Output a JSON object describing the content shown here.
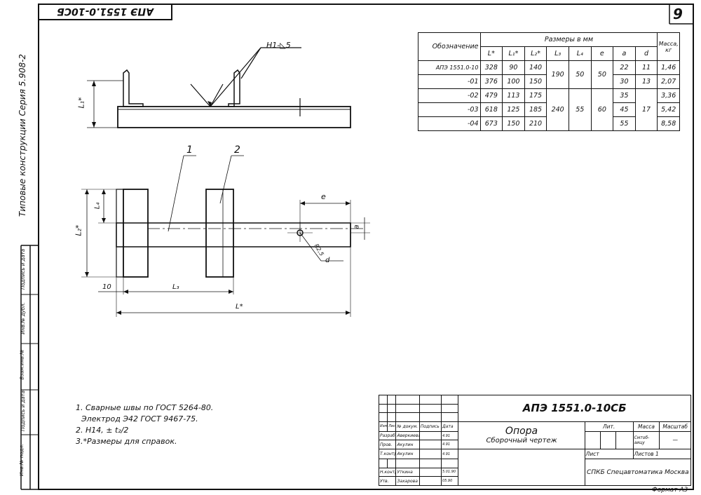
{
  "stamp_top": "АПЭ 1551.0-10СБ",
  "sheet_number": "9",
  "side_series": "Типовые конструкции   Серия   5.908-2",
  "side_stamp": [
    "Инв.№ подл.",
    "Подпись и дата",
    "Взам.инв.№",
    "Инв.№ дубл.",
    "Подпись и дата"
  ],
  "drawing": {
    "weld_symbol": "Н1-◺5",
    "dims": {
      "l1": "L₁*",
      "l2": "L₂*",
      "l4": "L₄",
      "l3": "L₃",
      "l": "L*",
      "e": "e",
      "a": "a",
      "d": "d",
      "r": "R2,5",
      "ten": "10"
    },
    "positions": [
      "1",
      "2"
    ]
  },
  "spec_table": {
    "header_group": "Размеры в мм",
    "col_designation": "Обозначение",
    "col_mass": "Масса, кг",
    "columns": [
      "L*",
      "L₁*",
      "L₂*",
      "L₃",
      "L₄",
      "e",
      "a",
      "d"
    ],
    "rows": [
      {
        "designation": "АПЭ 1551.0-10",
        "L": "328",
        "L1": "90",
        "L2": "140",
        "a": "22",
        "d": "11",
        "mass": "1,46"
      },
      {
        "designation": "-01",
        "L": "376",
        "L1": "100",
        "L2": "150",
        "a": "30",
        "d": "13",
        "mass": "2,07"
      },
      {
        "designation": "-02",
        "L": "479",
        "L1": "113",
        "L2": "175",
        "a": "35",
        "mass": "3,36"
      },
      {
        "designation": "-03",
        "L": "618",
        "L1": "125",
        "L2": "185",
        "a": "45",
        "d": "17",
        "mass": "5,42"
      },
      {
        "designation": "-04",
        "L": "673",
        "L1": "150",
        "L2": "210",
        "a": "55",
        "mass": "8,58"
      }
    ],
    "merged": {
      "L3_top": "190",
      "L4_top": "50",
      "e_top": "50",
      "L3_bot": "240",
      "L4_bot": "55",
      "e_bot": "60"
    }
  },
  "notes": [
    "1. Сварные швы по ГОСТ 5264-80.",
    "Электрод Э42 ГОСТ 9467-75.",
    "2. Н14, ± t₂/2",
    "3.*Размеры для справок."
  ],
  "title_block": {
    "doc_code": "АПЭ 1551.0-10СБ",
    "name": "Опора",
    "subname": "Сборочный чертеж",
    "head_cells": [
      "Изм",
      "Лист",
      "№ докум.",
      "Подпись",
      "Дата"
    ],
    "people": [
      {
        "role": "Разраб.",
        "name": "Аверкиева",
        "date": "4.91"
      },
      {
        "role": "Пров.",
        "name": "Акулин",
        "date": "4.91"
      },
      {
        "role": "Т.контр.",
        "name": "Акулин",
        "date": "4.91"
      },
      {
        "role": "Н.контр.",
        "name": "Уткина",
        "date": "5.01.90"
      },
      {
        "role": "Утв.",
        "name": "Захарова",
        "date": "05.90"
      }
    ],
    "lit": "Лит.",
    "mass": "Масса",
    "scale": "Масштаб",
    "mass_value": "Смтоб-аицу",
    "scale_value": "—",
    "sheet": "Лист",
    "sheets": "Листов 1",
    "org": "СПКБ Спецавтоматика Москва",
    "format": "Формат А3"
  }
}
